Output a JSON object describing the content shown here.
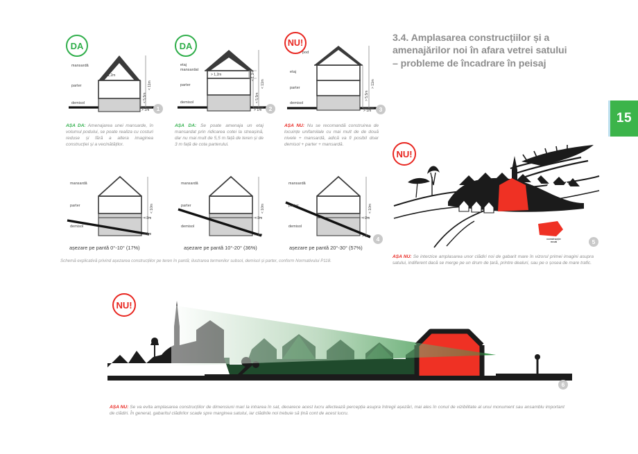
{
  "page": {
    "number": "15"
  },
  "heading": {
    "line1": "3.4. Amplasarea construcțiilor și a",
    "line2": "amenajărilor noi în afara vetrei satului",
    "line3": "– probleme de încadrare în peisaj"
  },
  "badges": {
    "ok": "DA",
    "no": "NU!"
  },
  "markers": {
    "m1": "1",
    "m2": "2",
    "m3": "3",
    "m4": "4",
    "m5": "5",
    "m6": "6"
  },
  "diagrams": {
    "d1": {
      "badge": "DA",
      "marker": "1",
      "levels": [
        "mansardă",
        "parter",
        "demisol"
      ],
      "dims": {
        "attic": "< 1,2m",
        "total": "< 11m",
        "mid": "< 5,5m",
        "ground": "> 1m"
      },
      "caption_lead": "AȘA DA:",
      "caption_text": " Amenajarea unei mansarde, în volumul podului, se poate realiza cu costuri reduse și fără a altera imaginea construcției și a vecinătăților.",
      "caption_kind": "ok"
    },
    "d2": {
      "badge": "DA",
      "marker": "2",
      "levels": [
        "etaj",
        "mansardat",
        "parter",
        "demisol"
      ],
      "dims": {
        "attic": "> 1,2m",
        "total": "< 11m",
        "mid": "< 5,5m",
        "small": "< 1,2m",
        "ground": "> 1m"
      },
      "caption_lead": "AȘA DA:",
      "caption_text": " Se poate amenaja un etaj mansardat prin ridicarea cotei la streașină, dar nu mai mult de 5,5 m față de teren și de 3 m față de cota parterului.",
      "caption_kind": "ok"
    },
    "d3": {
      "badge": "NU!",
      "marker": "3",
      "levels": [
        "pod",
        "etaj",
        "parter",
        "demisol"
      ],
      "dims": {
        "total": "> 11m",
        "mid": "> 5,5m",
        "ground": "> 1m"
      },
      "caption_lead": "AȘA NU:",
      "caption_text": " Nu se recomandă construirea de locuințe unifamilale cu mai mult de de două nivele + mansardă, adică va fi posibil doar demisol + parter + mansardă.",
      "caption_kind": "no"
    }
  },
  "slopes": [
    {
      "marker": "",
      "levels": [
        "mansardă",
        "parter",
        "demisol"
      ],
      "dims": {
        "total": "< 10m",
        "upper": "< 2m",
        "ground": "> 1m"
      },
      "caption": "așezare pe pantă 0°-10° (17%)"
    },
    {
      "marker": "",
      "levels": [
        "mansardă",
        "parter",
        "demisol"
      ],
      "dims": {
        "total": "< 10m",
        "upper": "< 2m",
        "ground": "> 1m"
      },
      "caption": "așezare pe pantă 10°-20° (36%)"
    },
    {
      "marker": "4",
      "levels": [
        "mansardă",
        "parter",
        "demisol"
      ],
      "dims": {
        "total": "< 10m",
        "upper": "< 2m",
        "ground": "> 1m"
      },
      "caption": "așezare pe pantă 20°-30° (57%)"
    }
  ],
  "footnote": "Schemă explicativă privind așezarea construcțiilor pe teren în pantă;  ilustrarea termenilor subsol, demisol și parter, conform Normativului P118.",
  "village_illustration": {
    "badge": "NU!",
    "marker": "5",
    "legend_label": "construcție\nnouă",
    "caption_lead": "AȘA NU:",
    "caption_text": " Se interzice amplasarea unor clădiri noi de gabarit mare în vizorul primei imagini asupra satului, indiferent dacă se merge pe un drum de țară, printre dealuri, sau pe o șosea de mare trafic.",
    "caption_kind": "no"
  },
  "silhouette_illustration": {
    "badge": "NU!",
    "marker": "6",
    "caption_lead": "AȘA NU:",
    "caption_text": " Se va evita amplasarea construcțiilor de dimensiuni mari la intrarea în sat, deoarece acest lucru afectează percepția asupra întregii așezări, mai ales în conul de vizibilitate al unui monument sau ansamblu important de clădiri. În general, gabaritul clădirilor scade spre marginea satului, iar clădirile noi trebuie să țină cont de acest lucru.",
    "caption_kind": "no"
  },
  "colors": {
    "green_tab": "#3cb44a",
    "ok_green": "#2fae4a",
    "no_red": "#e8251f",
    "building_red": "#ef3124",
    "ink": "#1b1b1b",
    "grey_text": "#8d8d8d"
  }
}
